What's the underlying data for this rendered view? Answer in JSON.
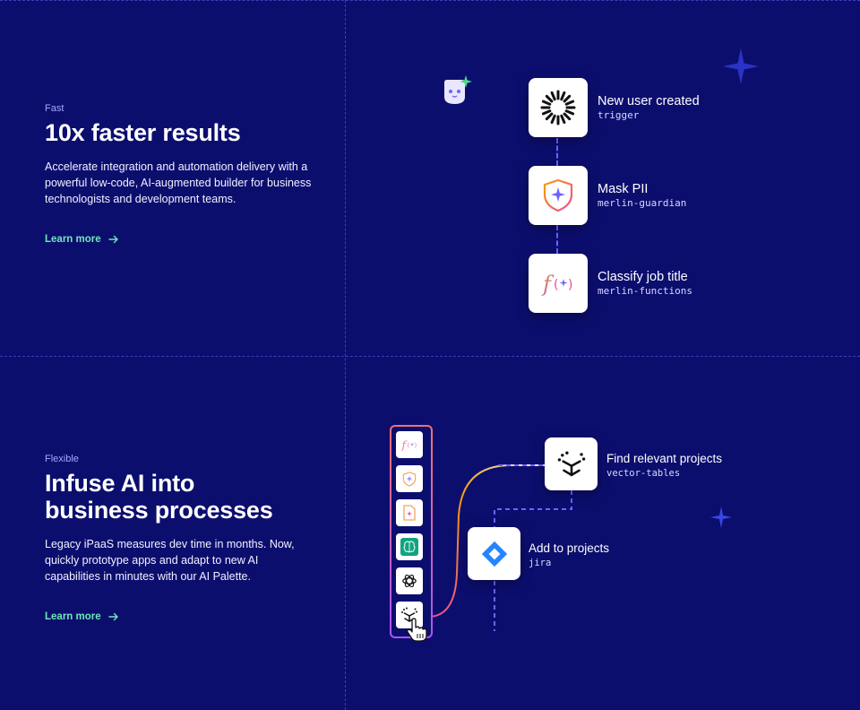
{
  "section1": {
    "eyebrow": "Fast",
    "title": "10x faster results",
    "body": "Accelerate integration and automation delivery with a powerful low-code, AI-augmented builder for business technologists and development teams.",
    "link": "Learn more",
    "steps": [
      {
        "title": "New user created",
        "sub": "trigger",
        "icon": "starburst-icon"
      },
      {
        "title": "Mask PII",
        "sub": "merlin-guardian",
        "icon": "shield-sparkle-icon"
      },
      {
        "title": "Classify job title",
        "sub": "merlin-functions",
        "icon": "function-icon"
      }
    ]
  },
  "section2": {
    "eyebrow": "Flexible",
    "title_line1": "Infuse AI into",
    "title_line2": "business processes",
    "body": "Legacy iPaaS measures dev time in months. Now, quickly prototype apps and adapt to new AI capabilities in minutes with our AI Palette.",
    "link": "Learn more",
    "palette": [
      "function-icon",
      "shield-sparkle-icon",
      "document-icon",
      "brain-chip-icon",
      "openai-icon",
      "vector-tables-icon"
    ],
    "steps": [
      {
        "title": "Find relevant projects",
        "sub": "vector-tables",
        "icon": "vector-tables-icon"
      },
      {
        "title": "Add to projects",
        "sub": "jira",
        "icon": "jira-icon"
      }
    ]
  },
  "colors": {
    "background": "#0c0e6e",
    "accent_link": "#6ee7b7",
    "eyebrow": "#a9a8ff",
    "dashed_connector": "#6c63ff"
  }
}
